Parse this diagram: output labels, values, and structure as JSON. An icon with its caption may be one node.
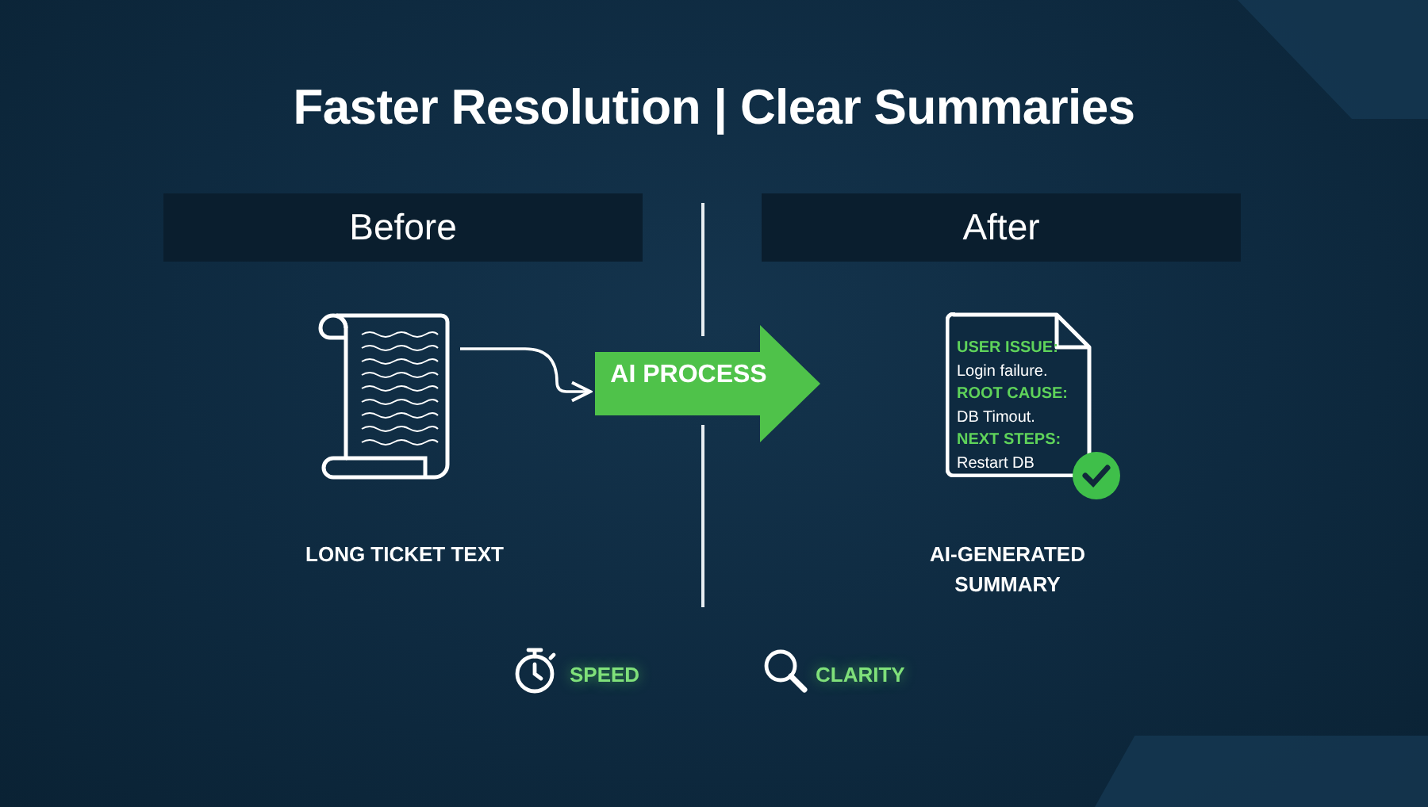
{
  "diagram": {
    "title": "Faster Resolution | Clear Summaries",
    "nodes": [
      {
        "text": [
          "Before"
        ]
      },
      {
        "text": [
          "After"
        ]
      },
      {
        "text": [],
        "shape": "picture",
        "beside": [
          "LONG TICKET TEXT"
        ]
      },
      {
        "text": [
          "AI PROCESS"
        ]
      },
      {
        "text": [
          "USER ISSUE:",
          "Login failure.",
          "ROOT CAUSE:",
          "DB Timout.",
          "NEXT STEPS:",
          "Restart DB"
        ],
        "beside": [
          "AI-GENERATED SUMMARY"
        ]
      }
    ],
    "edges": [
      {
        "from": 2,
        "to": 3,
        "arrow": "to"
      }
    ],
    "labels": [
      "SPEED",
      "CLARITY"
    ]
  }
}
